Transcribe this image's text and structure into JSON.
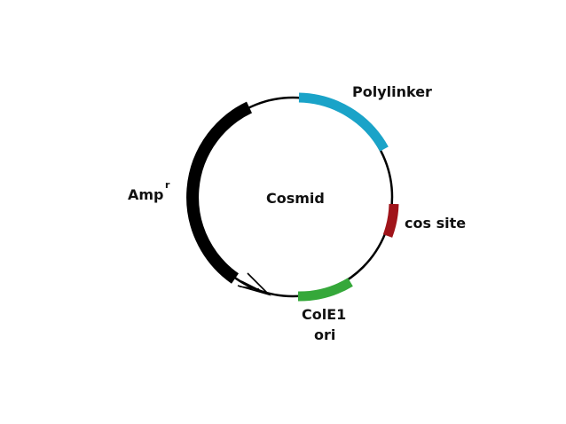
{
  "diagram": {
    "center_label": "Cosmid",
    "features": {
      "polylinker": {
        "label": "Polylinker",
        "color": "#1aa3c8"
      },
      "cos_site": {
        "label": "cos site",
        "color": "#a0141a"
      },
      "colE1_ori": {
        "label_line1": "ColE1",
        "label_line2": "ori",
        "color": "#35a83a"
      },
      "amp_resistance": {
        "label": "Amp",
        "superscript": "r",
        "color": "#000000"
      }
    },
    "backbone_color": "#000000"
  }
}
